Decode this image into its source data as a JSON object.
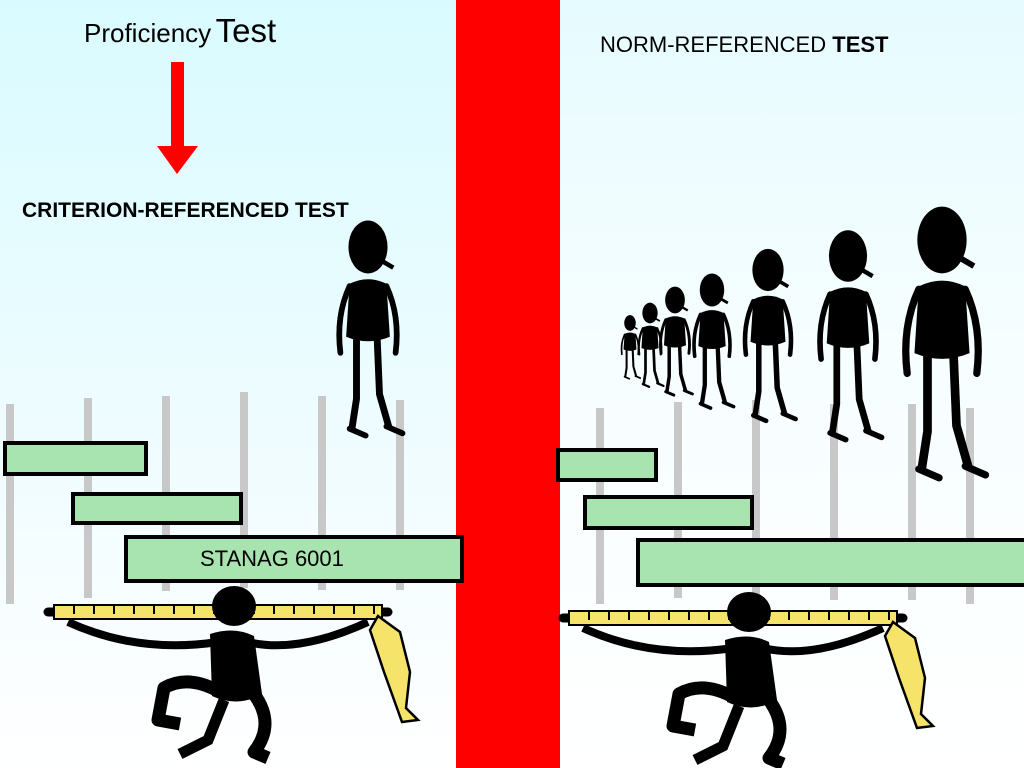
{
  "left": {
    "title_word1": "Proficiency",
    "title_word2": "Test",
    "criterion_label": "CRITERION-REFERENCED TEST",
    "stanag_label": "STANAG 6001"
  },
  "right": {
    "norm_label_regular": "NORM-REFERENCED",
    "norm_label_bold": "TEST"
  },
  "colors": {
    "divider": "#ff0000",
    "arrow": "#ff0000",
    "step_fill": "#a8e4b0",
    "tape_fill": "#f5e36a",
    "post": "#c8c8c8",
    "figure": "#000000"
  }
}
